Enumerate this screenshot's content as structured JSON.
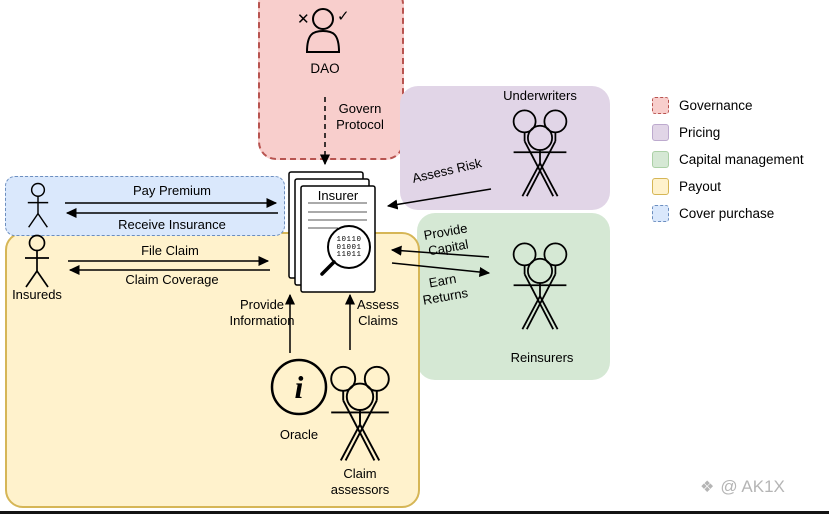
{
  "diagram": {
    "nodes": {
      "dao": "DAO",
      "insurer": "Insurer",
      "insurer_binary": "10110\n01001\n11011",
      "underwriters": "Underwriters",
      "reinsurers": "Reinsurers",
      "insureds": "Insureds",
      "oracle": "Oracle",
      "oracle_symbol": "i",
      "claim_assessors": "Claim\nassessors"
    },
    "edges": {
      "govern_protocol": "Govern\nProtocol",
      "assess_risk": "Assess Risk",
      "provide_capital": "Provide\nCapital",
      "earn_returns": "Earn\nReturns",
      "pay_premium": "Pay Premium",
      "receive_insurance": "Receive Insurance",
      "file_claim": "File Claim",
      "claim_coverage": "Claim Coverage",
      "provide_information": "Provide\nInformation",
      "assess_claims": "Assess\nClaims"
    }
  },
  "legend": {
    "items": [
      {
        "label": "Governance",
        "fill": "#f8cecc",
        "border": "#b85450",
        "style": "dashed"
      },
      {
        "label": "Pricing",
        "fill": "#e1d5e7",
        "border": "#9673a6",
        "style": "solid"
      },
      {
        "label": "Capital management",
        "fill": "#d5e8d4",
        "border": "#82b366",
        "style": "solid"
      },
      {
        "label": "Payout",
        "fill": "#fff2cc",
        "border": "#d6b656",
        "style": "solid"
      },
      {
        "label": "Cover purchase",
        "fill": "#dae8fc",
        "border": "#6c8ebf",
        "style": "dashed"
      }
    ]
  },
  "icons": {
    "dao_cross": "✕",
    "dao_check": "✓"
  },
  "watermark": {
    "icon": "❖",
    "text": "@ AK1X"
  }
}
